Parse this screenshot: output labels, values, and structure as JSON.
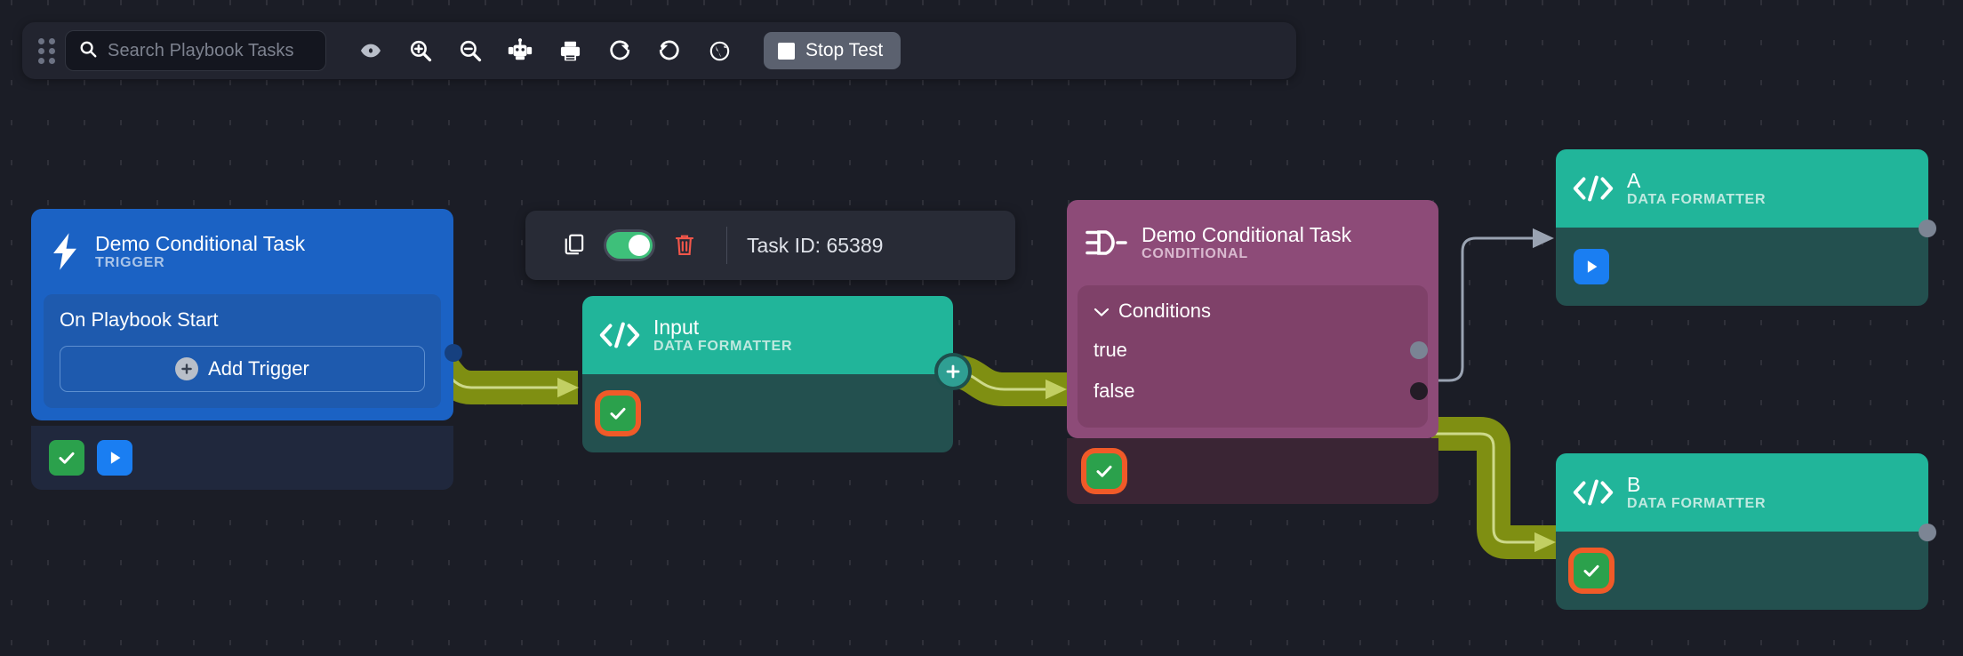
{
  "app": {
    "background_color": "#1b1d26",
    "grid": "dotted-tick"
  },
  "toolbar": {
    "drag_handle_icon": "drag-dots-icon",
    "search": {
      "icon": "search-icon",
      "placeholder": "Search Playbook Tasks",
      "value": ""
    },
    "icons": [
      {
        "name": "eye-icon",
        "label": "Toggle visibility"
      },
      {
        "name": "zoom-in-icon",
        "label": "Zoom in"
      },
      {
        "name": "zoom-out-icon",
        "label": "Zoom out"
      },
      {
        "name": "robot-icon",
        "label": "Auto layout"
      },
      {
        "name": "printer-icon",
        "label": "Print"
      },
      {
        "name": "redo-icon",
        "label": "Redo"
      },
      {
        "name": "undo-icon",
        "label": "Undo"
      },
      {
        "name": "globe-icon",
        "label": "Globe"
      }
    ],
    "stop_test": {
      "label": "Stop Test",
      "icon": "stop-square-icon",
      "background": "#5b616f"
    }
  },
  "node_toolbar": {
    "copy_icon": "copy-icon",
    "toggle": {
      "name": "enable-toggle",
      "state": "on",
      "color": "#3ec07a"
    },
    "delete_icon": "trash-icon",
    "delete_color": "#f2564a",
    "task_id_label": "Task ID: 65389"
  },
  "nodes": {
    "trigger": {
      "icon": "lightning-bolt-icon",
      "title": "Demo Conditional Task",
      "subtitle": "TRIGGER",
      "color": "#1b62c4",
      "panel_label": "On Playbook Start",
      "add_trigger_label": "Add Trigger",
      "add_trigger_icon": "plus-circle-icon",
      "status_chips": [
        {
          "name": "status-success-chip",
          "icon": "check-icon",
          "color": "#2ba14c",
          "highlighted": false
        },
        {
          "name": "run-chip",
          "icon": "play-icon",
          "color": "#1a7ef2",
          "highlighted": false
        }
      ]
    },
    "input": {
      "icon": "code-brackets-icon",
      "title": "Input",
      "subtitle": "DATA FORMATTER",
      "color": "#21b59a",
      "add_button_icon": "plus-icon",
      "status_chips": [
        {
          "name": "status-success-chip",
          "icon": "check-icon",
          "color": "#2ba14c",
          "highlighted": true
        }
      ]
    },
    "conditional": {
      "icon": "logic-gate-icon",
      "title": "Demo Conditional Task",
      "subtitle": "CONDITIONAL",
      "color": "#8d4b78",
      "conditions_label": "Conditions",
      "conditions_expanded": true,
      "chevron_icon": "chevron-down-icon",
      "branches": [
        {
          "label": "true",
          "port": "light"
        },
        {
          "label": "false",
          "port": "dark"
        }
      ],
      "status_chips": [
        {
          "name": "status-success-chip",
          "icon": "check-icon",
          "color": "#2ba14c",
          "highlighted": true
        }
      ]
    },
    "a": {
      "icon": "code-brackets-icon",
      "title": "A",
      "subtitle": "DATA FORMATTER",
      "color": "#21b59a",
      "status_chips": [
        {
          "name": "run-chip",
          "icon": "play-icon",
          "color": "#1a7ef2",
          "highlighted": false
        }
      ]
    },
    "b": {
      "icon": "code-brackets-icon",
      "title": "B",
      "subtitle": "DATA FORMATTER",
      "color": "#21b59a",
      "status_chips": [
        {
          "name": "status-success-chip",
          "icon": "check-icon",
          "color": "#2ba14c",
          "highlighted": true
        }
      ]
    }
  },
  "edges": [
    {
      "name": "edge-trigger-to-input",
      "from": "trigger",
      "to": "input",
      "state": "active",
      "color": "#7f8f12"
    },
    {
      "name": "edge-input-to-conditional",
      "from": "input",
      "to": "conditional",
      "state": "active",
      "color": "#7f8f12"
    },
    {
      "name": "edge-conditional-true-to-a",
      "from": "conditional.true",
      "to": "a",
      "state": "idle",
      "color": "#9aa3b2"
    },
    {
      "name": "edge-conditional-false-to-b",
      "from": "conditional.false",
      "to": "b",
      "state": "active",
      "color": "#7f8f12"
    }
  ]
}
